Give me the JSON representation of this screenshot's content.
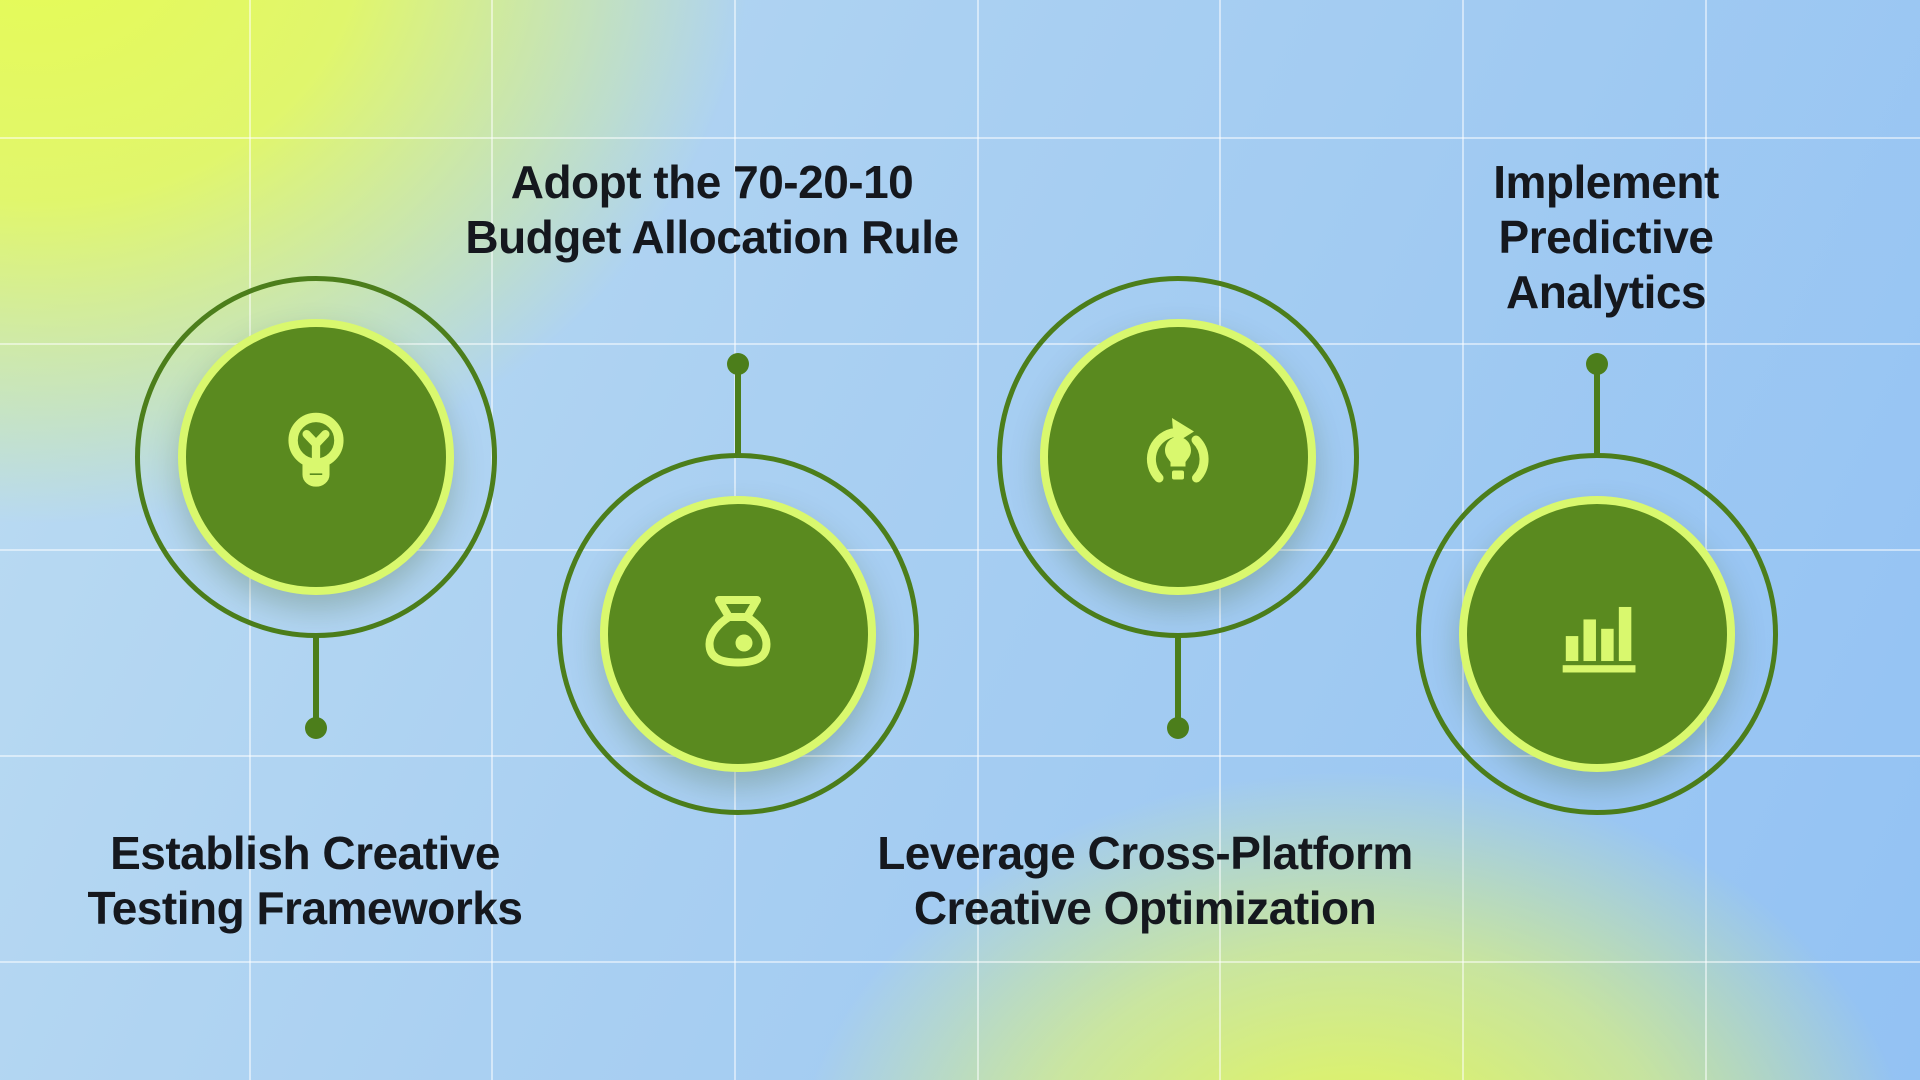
{
  "nodes": [
    {
      "label": "Establish Creative\nTesting Frameworks",
      "icon": "lightbulb-icon",
      "label_position": "bottom"
    },
    {
      "label": "Adopt the 70-20-10\nBudget Allocation Rule",
      "icon": "money-bag-icon",
      "label_position": "top"
    },
    {
      "label": "Leverage Cross-Platform\nCreative Optimization",
      "icon": "sync-idea-icon",
      "label_position": "bottom"
    },
    {
      "label": "Implement\nPredictive Analytics",
      "icon": "bar-chart-icon",
      "label_position": "top"
    }
  ],
  "colors": {
    "circle_fill": "#5a8a1f",
    "circle_border": "#d9f86e",
    "ring_stroke": "#4c7e1b",
    "icon": "#d9f86e",
    "text": "#15181e",
    "background_yellow": "#e6fb55",
    "background_blue": "#9ec9f3",
    "grid_line": "rgba(255,255,255,0.5)"
  }
}
